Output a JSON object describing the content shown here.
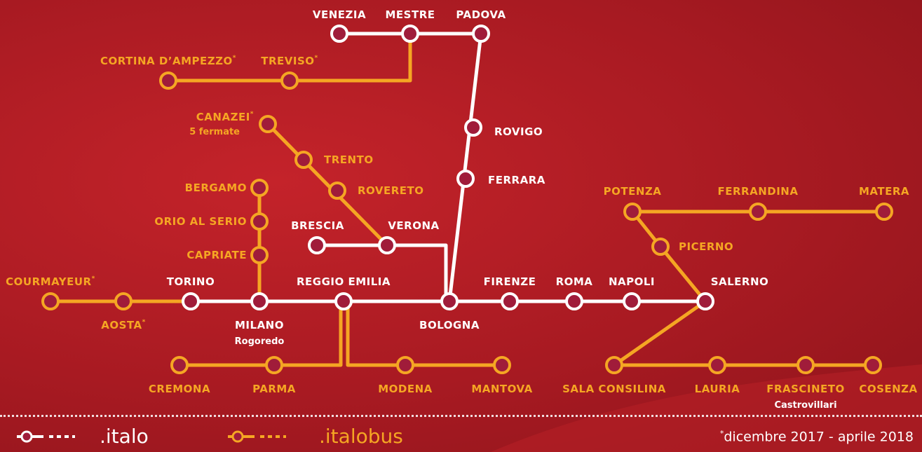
{
  "colors": {
    "italo": "#ffffff",
    "italobus": "#f5a623",
    "station_fill": "#a01c3a"
  },
  "stations": {
    "venezia": "VENEZIA",
    "mestre": "MESTRE",
    "padova": "PADOVA",
    "cortina": "CORTINA D’AMPEZZO",
    "treviso": "TREVISO",
    "canazei": "CANAZEI",
    "canazei_sub": "5 fermate",
    "trento": "TRENTO",
    "rovereto": "ROVERETO",
    "rovigo": "ROVIGO",
    "ferrara": "FERRARA",
    "bergamo": "BERGAMO",
    "orio": "ORIO AL SERIO",
    "capriate": "CAPRIATE",
    "brescia": "BRESCIA",
    "verona": "VERONA",
    "courmayeur": "COURMAYEUR",
    "aosta": "AOSTA",
    "torino": "TORINO",
    "milano": "MILANO",
    "milano_sub": "Rogoredo",
    "reggio": "REGGIO EMILIA",
    "bologna": "BOLOGNA",
    "firenze": "FIRENZE",
    "roma": "ROMA",
    "napoli": "NAPOLI",
    "salerno": "SALERNO",
    "potenza": "POTENZA",
    "ferrandina": "FERRANDINA",
    "matera": "MATERA",
    "picerno": "PICERNO",
    "cremona": "CREMONA",
    "parma": "PARMA",
    "modena": "MODENA",
    "mantova": "MANTOVA",
    "sala": "SALA CONSILINA",
    "lauria": "LAURIA",
    "frascineto": "FRASCINETO",
    "frascineto_sub": "Castrovillari",
    "cosenza": "COSENZA"
  },
  "asterisk": "*",
  "legend": {
    "italo_brand": ".italo",
    "italobus_brand_a": ".italo",
    "italobus_brand_b": "bus",
    "footnote_mark": "*",
    "footnote_text": "dicembre 2017 - aprile 2018"
  }
}
